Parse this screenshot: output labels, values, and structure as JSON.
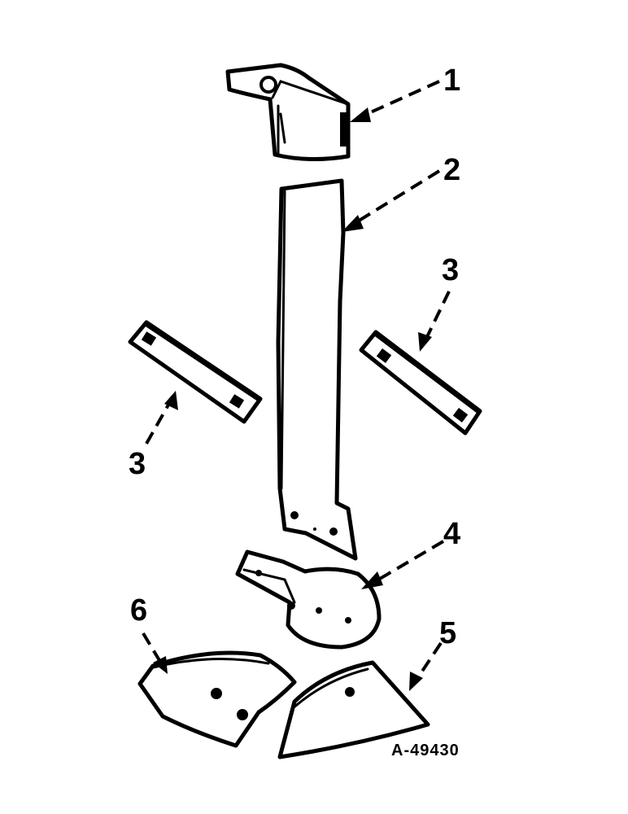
{
  "callouts": {
    "c1": "1",
    "c2": "2",
    "c3_right": "3",
    "c3_left": "3",
    "c4": "4",
    "c5": "5",
    "c6": "6"
  },
  "reference_code": "A-49430"
}
